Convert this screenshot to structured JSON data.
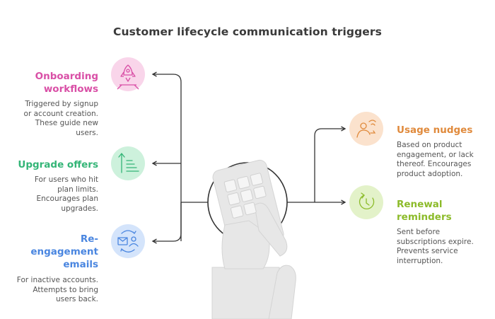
{
  "title": "Customer lifecycle communication triggers",
  "colors": {
    "onboarding": "#d94fa6",
    "upgrade": "#34b577",
    "reengagement": "#4a86e0",
    "usage": "#e08a3c",
    "renewal": "#8cbb2a",
    "connector": "#333333",
    "illustration": "#e6e6e6"
  },
  "nodes": {
    "onboarding": {
      "title_line1": "Onboarding",
      "title_line2": "workflows",
      "desc_line1": "Triggered by signup",
      "desc_line2": "or account creation.",
      "desc_line3": "These guide new",
      "desc_line4": "users.",
      "icon": "rocket-icon"
    },
    "upgrade": {
      "title_line1": "Upgrade offers",
      "desc_line1": "For users who hit",
      "desc_line2": "plan limits.",
      "desc_line3": "Encourages plan",
      "desc_line4": "upgrades.",
      "icon": "upgrade-arrow-icon"
    },
    "reengagement": {
      "title_line1": "Re-",
      "title_line2": "engagement",
      "title_line3": "emails",
      "desc_line1": "For inactive accounts.",
      "desc_line2": "Attempts to bring",
      "desc_line3": "users back.",
      "icon": "mail-user-icon"
    },
    "usage": {
      "title_line1": "Usage nudges",
      "desc_line1": "Based on product",
      "desc_line2": "engagement, or lack",
      "desc_line3": "thereof. Encourages",
      "desc_line4": "product adoption.",
      "icon": "usage-user-icon"
    },
    "renewal": {
      "title_line1": "Renewal",
      "title_line2": "reminders",
      "desc_line1": "Sent before",
      "desc_line2": "subscriptions expire.",
      "desc_line3": "Prevents service",
      "desc_line4": "interruption.",
      "icon": "renewal-clock-icon"
    }
  }
}
